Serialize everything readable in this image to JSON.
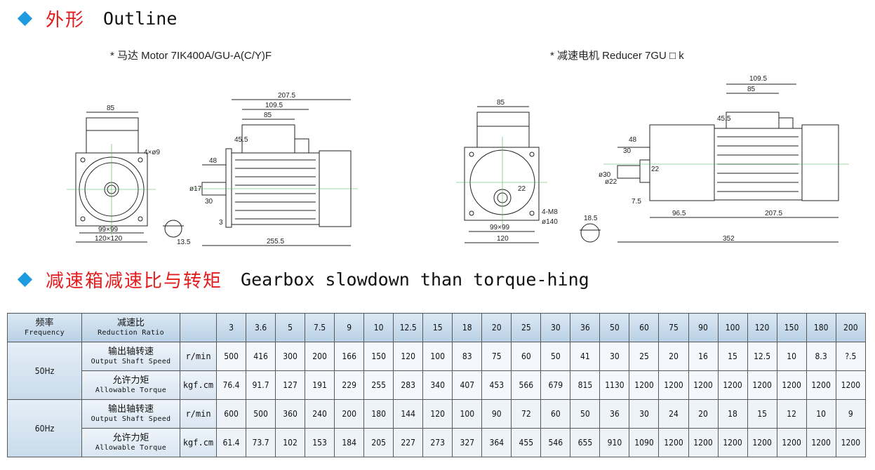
{
  "section1": {
    "title_cn": "外形",
    "title_en": "Outline"
  },
  "motor_caption": "* 马达 Motor 7IK400A/GU-A(C/Y)F",
  "reducer_caption": "* 减速电机 Reducer 7GU □ k",
  "motor_dims": {
    "front_top": "85",
    "holes": "4×ø9",
    "inner": "99×99",
    "outer": "120×120",
    "overall": "207.5",
    "top1": "109.5",
    "top2": "85",
    "height": "45.5",
    "shaft_len": "48",
    "shaft_dia": "ø17",
    "key": "30",
    "flange": "3",
    "total": "255.5",
    "key_depth": "13.5"
  },
  "reducer_dims": {
    "front_top": "85",
    "holes": "4-M8",
    "pcd": "ø140",
    "inner": "99×99",
    "outer": "120",
    "top1": "109.5",
    "top2": "85",
    "height": "45.5",
    "shaft_len": "48",
    "key": "30",
    "shaft_dia": "ø30",
    "shaft_dia2": "ø22",
    "step": "22",
    "offset": "7.5",
    "gear_len": "96.5",
    "motor_len": "207.5",
    "total": "352",
    "key_depth": "18.5",
    "small_key": "22"
  },
  "section2": {
    "title_cn": "减速箱减速比与转矩",
    "title_en": "Gearbox slowdown than torque-hing"
  },
  "table": {
    "freq_cn": "频率",
    "freq_en": "Frequency",
    "ratio_cn": "减速比",
    "ratio_en": "Reduction Ratio",
    "ratios": [
      "3",
      "3.6",
      "5",
      "7.5",
      "9",
      "10",
      "12.5",
      "15",
      "18",
      "20",
      "25",
      "30",
      "36",
      "50",
      "60",
      "75",
      "90",
      "100",
      "120",
      "150",
      "180",
      "200"
    ],
    "speed_cn": "输出轴转速",
    "speed_en": "Output Shaft Speed",
    "speed_unit": "r/min",
    "torque_cn": "允许力矩",
    "torque_en": "Allowable Torque",
    "torque_unit": "kgf.cm",
    "f50": "50Hz",
    "f50_speed": [
      "500",
      "416",
      "300",
      "200",
      "166",
      "150",
      "120",
      "100",
      "83",
      "75",
      "60",
      "50",
      "41",
      "30",
      "25",
      "20",
      "16",
      "15",
      "12.5",
      "10",
      "8.3",
      "?.5"
    ],
    "f50_torque": [
      "76.4",
      "91.7",
      "127",
      "191",
      "229",
      "255",
      "283",
      "340",
      "407",
      "453",
      "566",
      "679",
      "815",
      "1130",
      "1200",
      "1200",
      "1200",
      "1200",
      "1200",
      "1200",
      "1200",
      "1200"
    ],
    "f60": "60Hz",
    "f60_speed": [
      "600",
      "500",
      "360",
      "240",
      "200",
      "180",
      "144",
      "120",
      "100",
      "90",
      "72",
      "60",
      "50",
      "36",
      "30",
      "24",
      "20",
      "18",
      "15",
      "12",
      "10",
      "9"
    ],
    "f60_torque": [
      "61.4",
      "73.7",
      "102",
      "153",
      "184",
      "205",
      "227",
      "273",
      "327",
      "364",
      "455",
      "546",
      "655",
      "910",
      "1090",
      "1200",
      "1200",
      "1200",
      "1200",
      "1200",
      "1200",
      "1200"
    ]
  }
}
